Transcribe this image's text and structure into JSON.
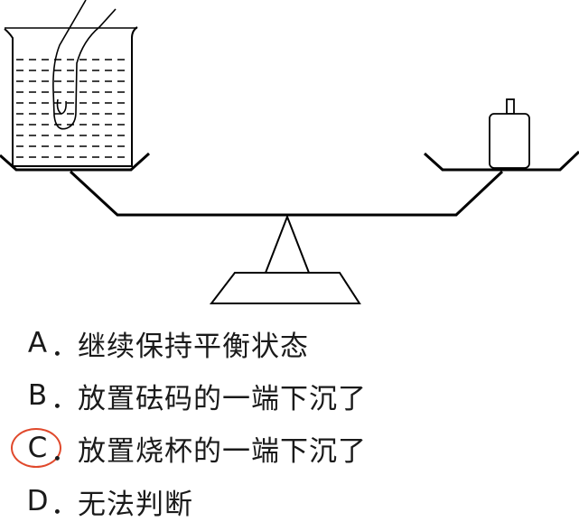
{
  "options": [
    {
      "letter": "A",
      "sep": "．",
      "text": "继续保持平衡状态"
    },
    {
      "letter": "B",
      "sep": "．",
      "text": "放置砝码的一端下沉了"
    },
    {
      "letter": "C",
      "sep": "．",
      "text": "放置烧杯的一端下沉了"
    },
    {
      "letter": "D",
      "sep": "．",
      "text": "无法判断"
    }
  ],
  "marked_answer": "C",
  "colors": {
    "ink": "#000000",
    "text": "#1a1a1a",
    "answer_circle": "#e0492c"
  }
}
